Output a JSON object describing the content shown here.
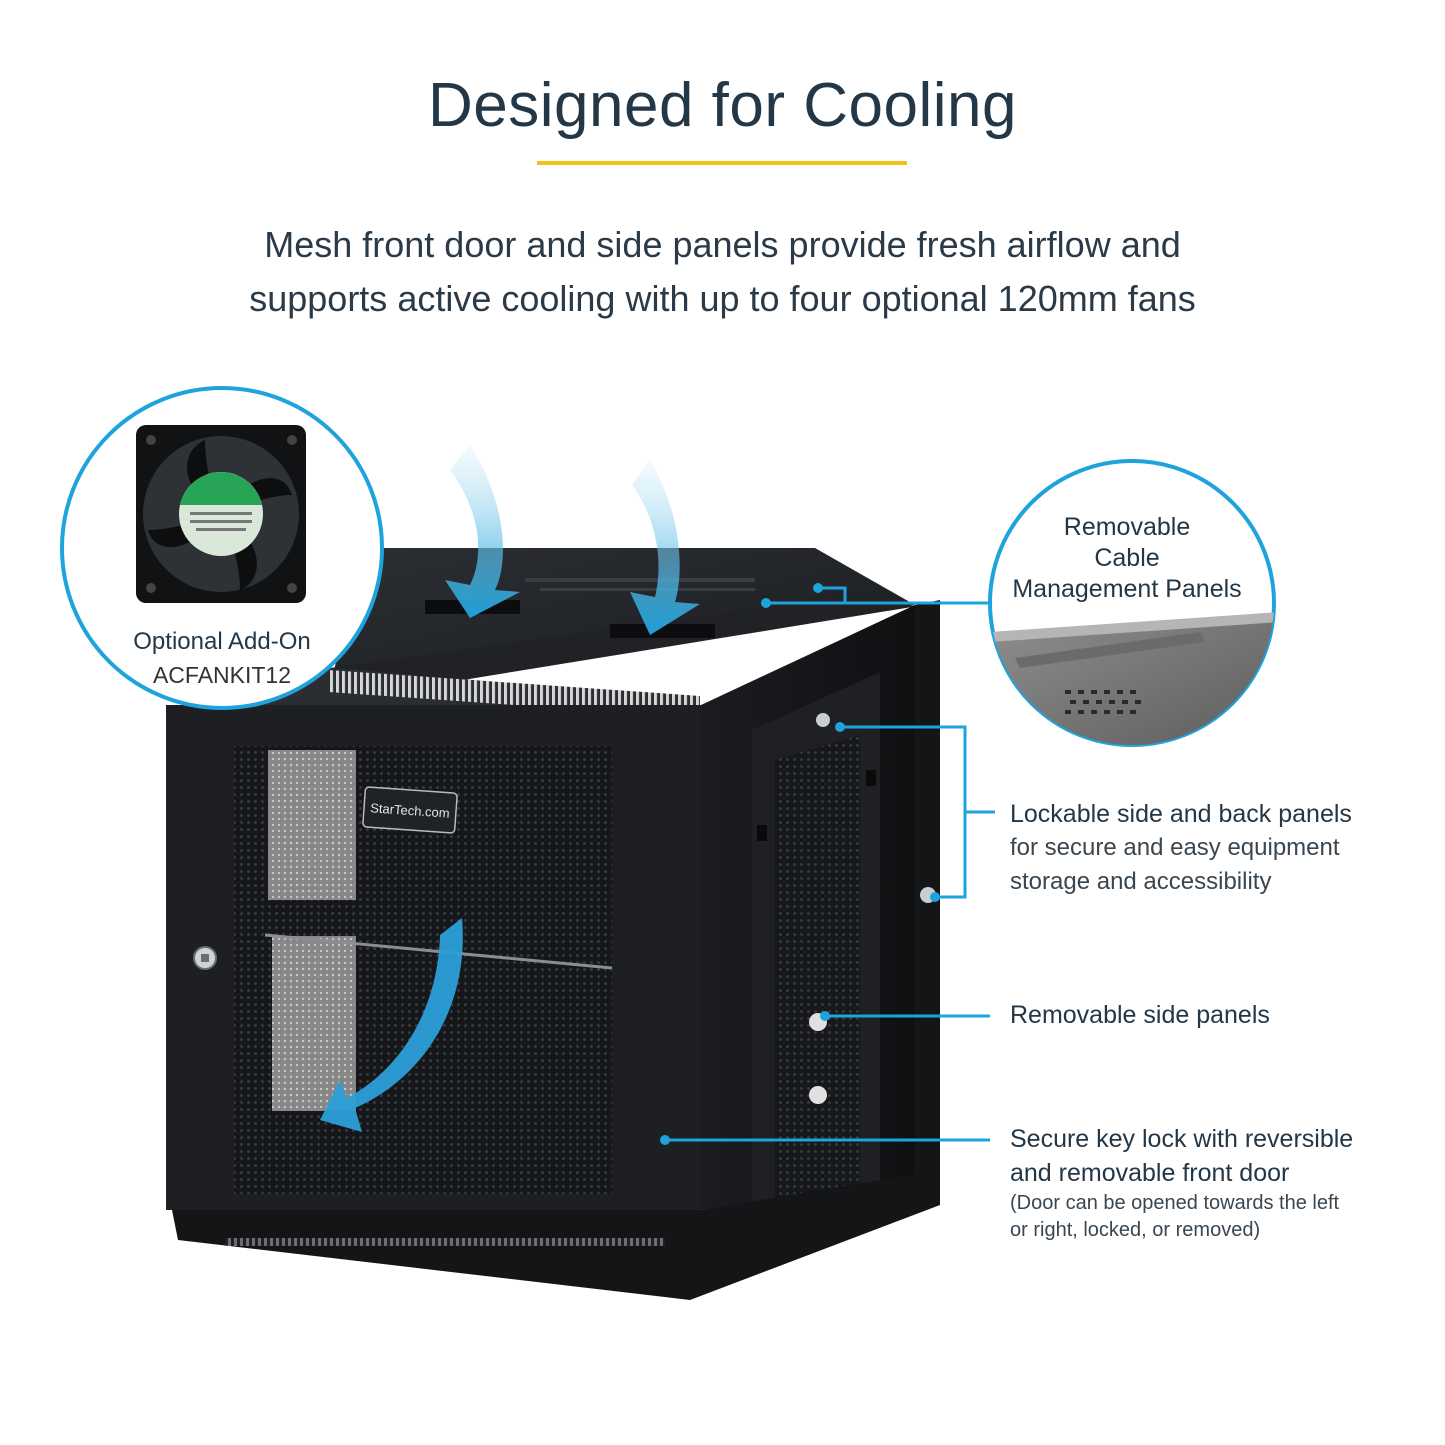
{
  "title": "Designed for Cooling",
  "subtitle": {
    "line1": "Mesh front door and side panels provide fresh airflow and",
    "line2": "supports active cooling with up to four optional 120mm fans"
  },
  "fan_addon": {
    "label": "Optional Add-On",
    "sku": "ACFANKIT12"
  },
  "cable_panels": {
    "line1": "Removable",
    "line2": "Cable",
    "line3": "Management Panels"
  },
  "callouts": {
    "lockable": {
      "heading": "Lockable side and back panels",
      "desc1": "for secure and easy equipment",
      "desc2": "storage and accessibility"
    },
    "removable": {
      "heading": "Removable side panels"
    },
    "keylock": {
      "heading1": "Secure key lock with reversible",
      "heading2": "and removable front door",
      "note1": "(Door can be opened towards the left",
      "note2": "or right, locked, or removed)"
    }
  },
  "brand_badge": "StarTech.com",
  "colors": {
    "accent_blue": "#1ea3dc",
    "title_rule": "#f2c21b",
    "cabinet": "#1b1d20"
  },
  "icons": [
    "fan-photo",
    "airflow-arrow",
    "cabinet-photo",
    "cable-panel-photo"
  ]
}
